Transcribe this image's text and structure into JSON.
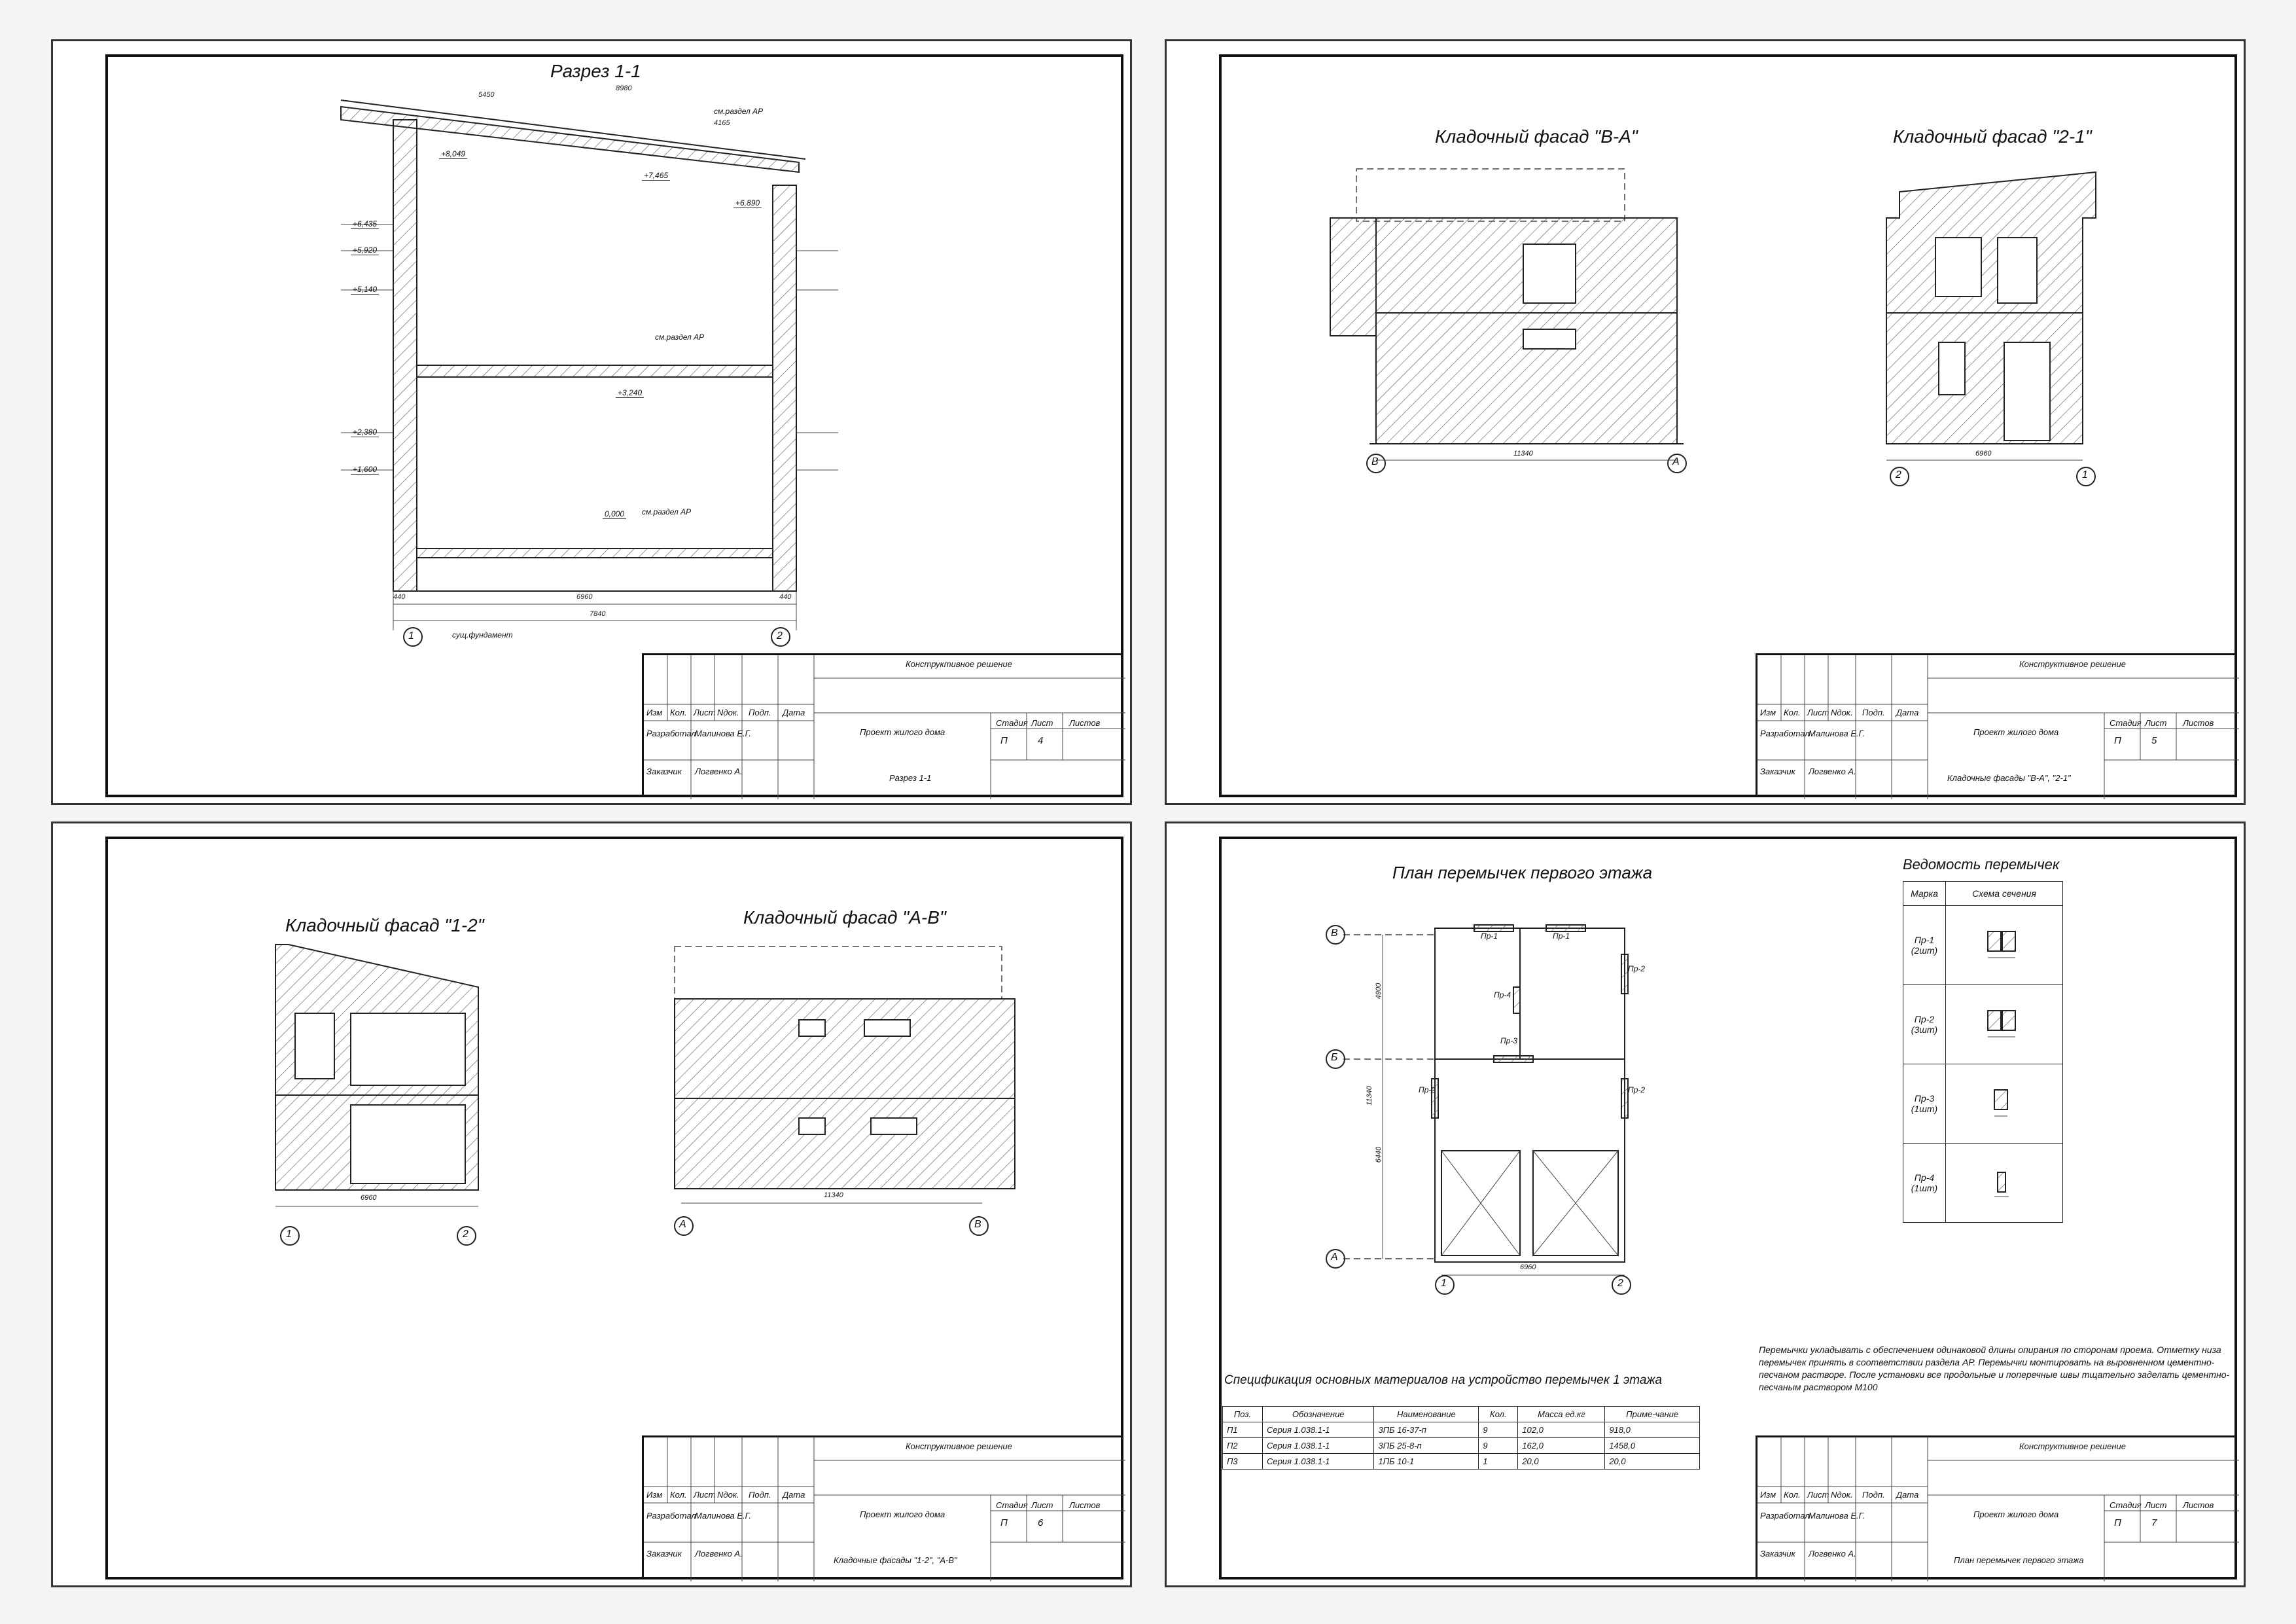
{
  "stamp_common": {
    "section": "Конструктивное решение",
    "project": "Проект жилого дома",
    "hdr_izm": "Изм",
    "hdr_kol": "Кол.",
    "hdr_list": "Лист",
    "hdr_ndok": "Nдок.",
    "hdr_podp": "Подп.",
    "hdr_data": "Дата",
    "developed": "Разработал",
    "developer_name": "Малинова Е.Г.",
    "customer": "Заказчик",
    "customer_name": "Логвенко А.",
    "stage_label": "Стадия",
    "sheet_label": "Лист",
    "sheets_label": "Листов",
    "stage": "П"
  },
  "sheet1": {
    "title": "Разрез 1-1",
    "sheet_no": "4",
    "stamp_title": "Разрез 1-1",
    "dims": [
      "5450",
      "8980",
      "4165",
      "440",
      "6960",
      "440",
      "7840"
    ],
    "levels": [
      "+8,049",
      "+7,465",
      "+6,890",
      "+6,435",
      "+5,920",
      "+5,140",
      "+3,240",
      "+2,380",
      "+1,600",
      "0,000"
    ],
    "notes": [
      "см.раздел АР",
      "см.раздел АР",
      "см.раздел АР",
      "сущ.фундамент"
    ],
    "axes": [
      "1",
      "2"
    ]
  },
  "sheet2": {
    "title_left": "Кладочный фасад \"В-А\"",
    "title_right": "Кладочный фасад \"2-1\"",
    "sheet_no": "5",
    "stamp_title": "Кладочные фасады \"В-А\", \"2-1\"",
    "dims": [
      "11340",
      "6960"
    ],
    "axes": [
      "В",
      "А",
      "2",
      "1"
    ]
  },
  "sheet3": {
    "title_left": "Кладочный фасад \"1-2\"",
    "title_right": "Кладочный фасад \"А-В\"",
    "sheet_no": "6",
    "stamp_title": "Кладочные фасады \"1-2\", \"А-В\"",
    "dims": [
      "6960",
      "11340"
    ],
    "axes": [
      "1",
      "2",
      "А",
      "В"
    ]
  },
  "sheet4": {
    "title_plan": "План перемычек первого этажа",
    "title_vedom": "Ведомость перемычек",
    "sheet_no": "7",
    "stamp_title": "План перемычек первого этажа",
    "plan_axes": [
      "В",
      "Б",
      "А",
      "1",
      "2"
    ],
    "plan_dims": [
      "6960",
      "11340",
      "4900",
      "6440"
    ],
    "plan_labels": [
      "Пр-1",
      "Пр-1",
      "Пр-2",
      "Пр-2",
      "Пр-2",
      "Пр-3",
      "Пр-4"
    ],
    "vedom_headers": [
      "Марка",
      "Схема сечения"
    ],
    "vedom_rows": [
      {
        "mark": "Пр-1",
        "qty": "(2шт)"
      },
      {
        "mark": "Пр-2",
        "qty": "(3шт)"
      },
      {
        "mark": "Пр-3",
        "qty": "(1шт)"
      },
      {
        "mark": "Пр-4",
        "qty": "(1шт)"
      }
    ],
    "spec_title": "Спецификация основных материалов на устройство перемычек 1 этажа",
    "spec_headers": [
      "Поз.",
      "Обозначение",
      "Наименование",
      "Кол.",
      "Масса ед.кг",
      "Приме-чание"
    ],
    "spec_rows": [
      [
        "П1",
        "Серия 1.038.1-1",
        "3ПБ 16-37-п",
        "9",
        "102,0",
        "918,0"
      ],
      [
        "П2",
        "Серия 1.038.1-1",
        "3ПБ 25-8-п",
        "9",
        "162,0",
        "1458,0"
      ],
      [
        "П3",
        "Серия 1.038.1-1",
        "1ПБ 10-1",
        "1",
        "20,0",
        "20,0"
      ]
    ],
    "notes": "Перемычки укладывать с обеспечением одинаковой длины опирания по сторонам проема. Отметку низа перемычек принять в соответствии раздела АР. Перемычки монтировать на выровненном цементно-песчаном растворе. После установки все продольные и поперечные швы тщательно заделать цементно-песчаным раствором М100"
  }
}
